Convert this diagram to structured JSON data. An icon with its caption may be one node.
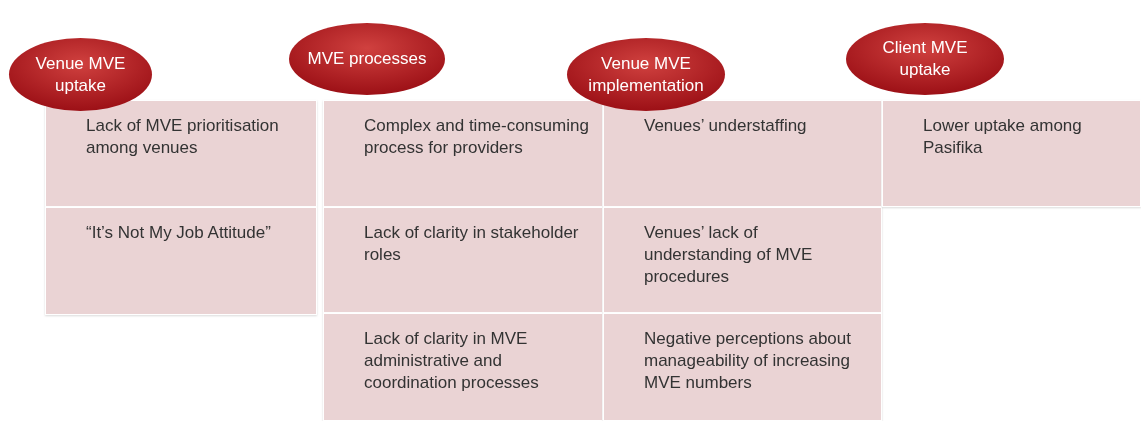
{
  "diagram": {
    "nodes": [
      {
        "text": [
          "Venue MVE uptake"
        ]
      },
      {
        "text": [
          "Lack of MVE prioritisation among venues"
        ]
      },
      {
        "text": [
          "“It’s Not My Job Attitude”"
        ]
      },
      {
        "text": [
          "MVE processes"
        ]
      },
      {
        "text": [
          "Complex and time-consuming process  for providers"
        ]
      },
      {
        "text": [
          "Lack of clarity in stakeholder roles"
        ]
      },
      {
        "text": [
          "Lack of clarity in MVE administrative and coordination processes"
        ]
      },
      {
        "text": [
          "Venue MVE implementation"
        ]
      },
      {
        "text": [
          "Venues’ understaffing"
        ]
      },
      {
        "text": [
          "Venues’ lack of understanding of MVE procedures"
        ]
      },
      {
        "text": [
          "Negative perceptions about manageability of increasing MVE numbers"
        ]
      },
      {
        "text": [
          "Client MVE uptake"
        ]
      },
      {
        "text": [
          "Lower uptake among Pasifika"
        ]
      }
    ]
  }
}
